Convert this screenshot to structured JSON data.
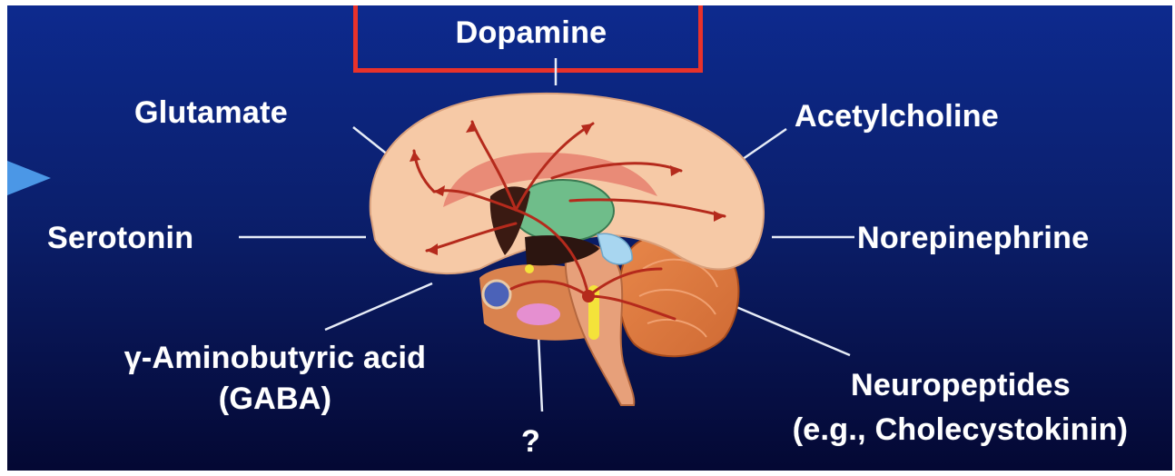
{
  "labels": {
    "dopamine": "Dopamine",
    "glutamate": "Glutamate",
    "acetylcholine": "Acetylcholine",
    "serotonin": "Serotonin",
    "norepinephrine": "Norepinephrine",
    "gaba_line1": "γ-Aminobutyric acid",
    "gaba_line2": "(GABA)",
    "neuropeptides_line1": "Neuropeptides",
    "neuropeptides_line2": "(e.g., Cholecystokinin)",
    "unknown": "?"
  },
  "colors": {
    "background_top": "#0d2a8e",
    "background_bottom": "#040833",
    "highlight_box": "#e8322b",
    "pointer_arrow": "#4b97e6",
    "cortex": "#f6c9a6",
    "pathways": "#b52a1c",
    "connector_lines": "#e6ecf7"
  },
  "icons": {
    "pointer": "triangle-right-icon",
    "brain": "brain-sagittal-illustration"
  }
}
